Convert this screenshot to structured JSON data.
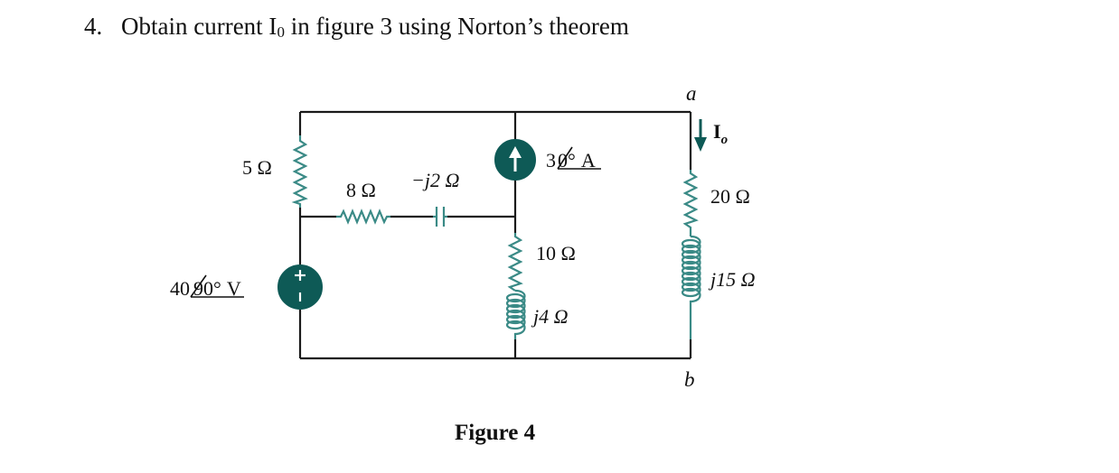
{
  "question": {
    "number": "4.",
    "text_before": "Obtain current I",
    "subscript": "0",
    "text_after": " in figure 3 using Norton’s theorem"
  },
  "figure": {
    "caption": "Figure 4",
    "node_a": "a",
    "node_b": "b",
    "current_label": "I",
    "current_sub": "o",
    "r5": "5 Ω",
    "r8": "8 Ω",
    "c_j2": "−j2 Ω",
    "cs_mag": "3",
    "cs_angle": "0°",
    "cs_unit": "A",
    "r10": "10 Ω",
    "l_j4": "j4 Ω",
    "vs_mag": "40",
    "vs_angle": "90°",
    "vs_unit": "V",
    "r20": "20 Ω",
    "l_j15": "j15 Ω"
  },
  "colors": {
    "component": "#3a8a86",
    "source_fill": "#0e5a56",
    "arrow": "#0e5a56",
    "wire": "#1a1a1a"
  }
}
